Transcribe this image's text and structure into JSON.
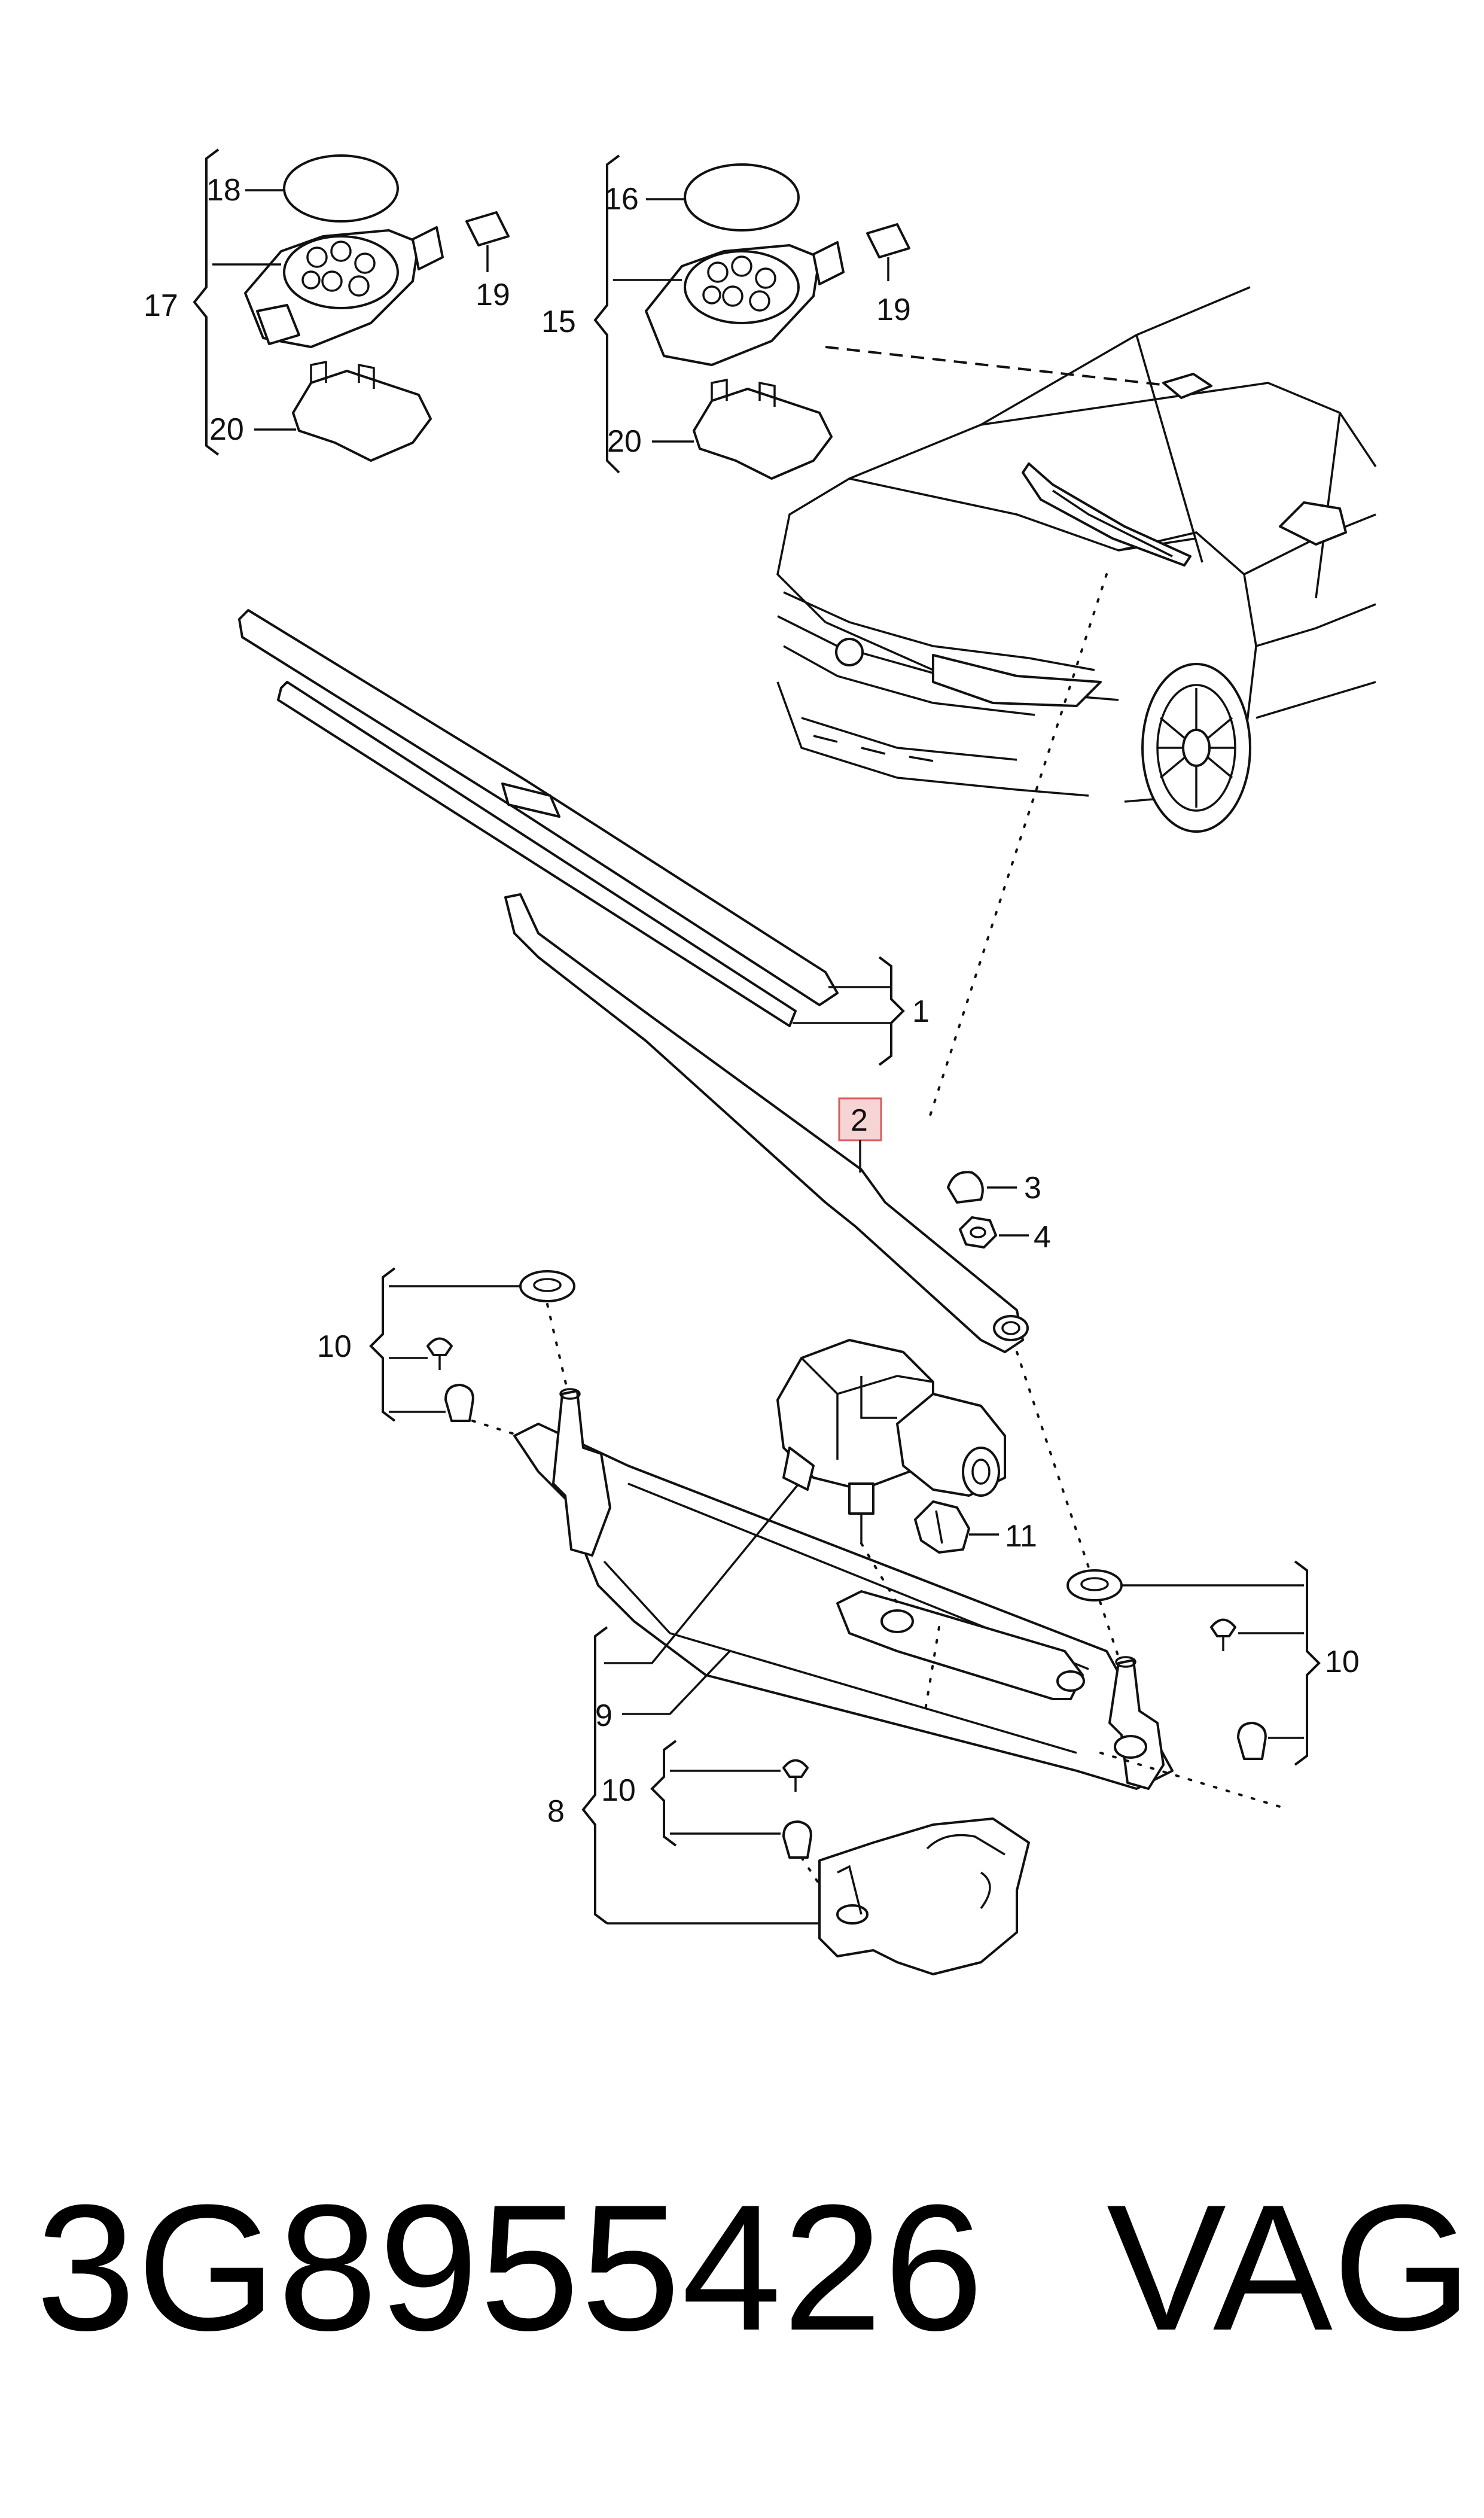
{
  "callouts": {
    "c1": "1",
    "c2": "2",
    "c3": "3",
    "c4": "4",
    "c8": "8",
    "c9": "9",
    "c10a": "10",
    "c10b": "10",
    "c10c": "10",
    "c11": "11",
    "c15": "15",
    "c16": "16",
    "c17": "17",
    "c18": "18",
    "c19a": "19",
    "c19b": "19",
    "c20a": "20",
    "c20b": "20"
  },
  "highlight_color": "#f6d4d4",
  "footer": {
    "part_number": "3G8955426",
    "brand": "VAG"
  }
}
